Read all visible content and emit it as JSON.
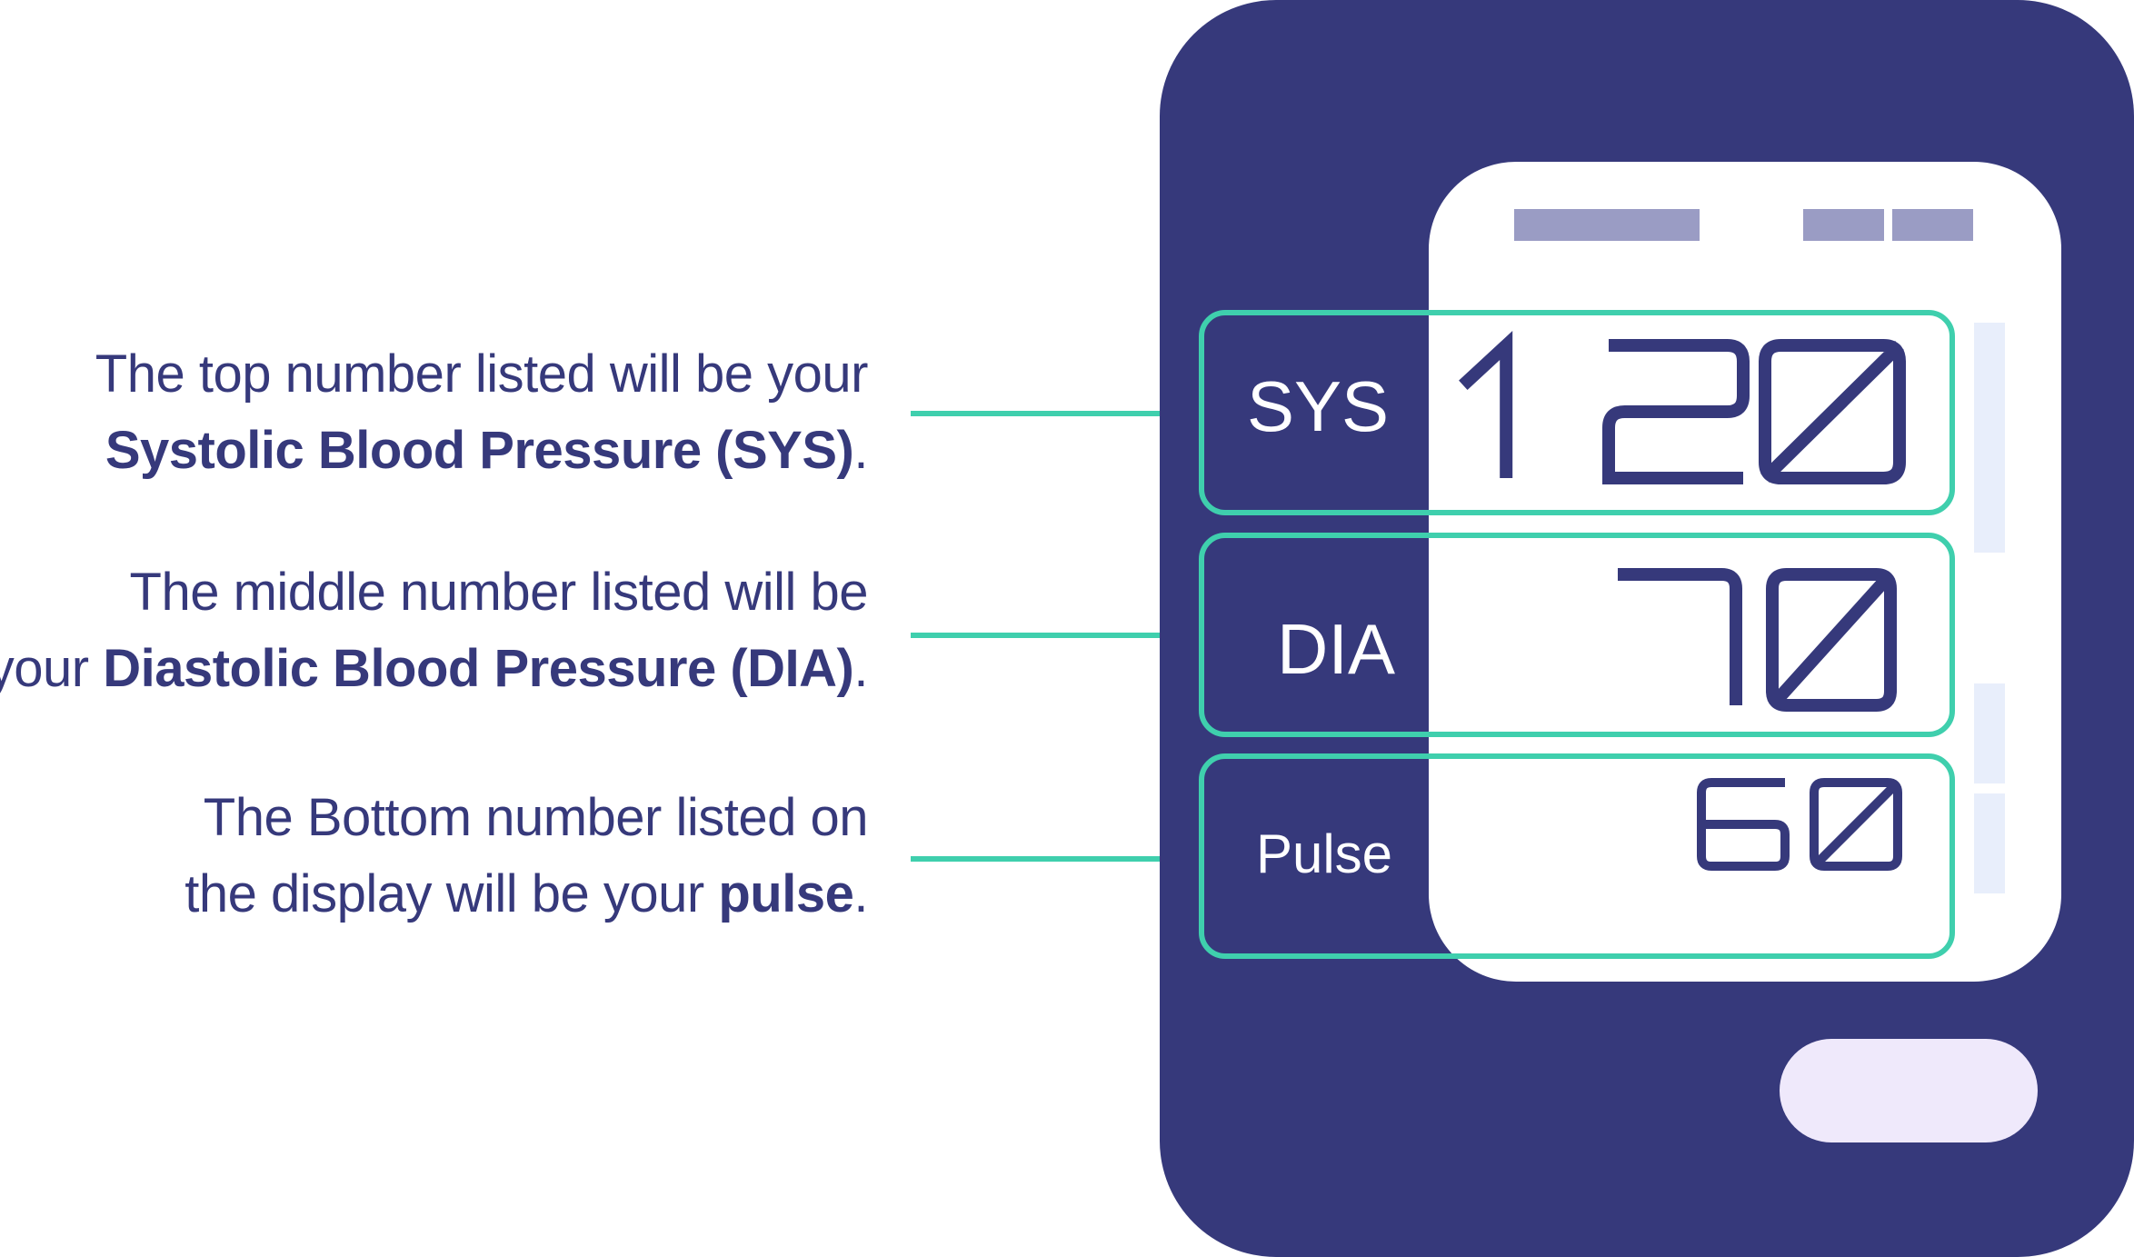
{
  "annotations": {
    "sys": {
      "line1": "The top number listed will be your",
      "line2_bold": "Systolic Blood Pressure (SYS)",
      "line2_tail": "."
    },
    "dia": {
      "line1": "The middle number listed will be",
      "line2_prefix": "your ",
      "line2_bold": "Diastolic Blood Pressure (DIA)",
      "line2_tail": "."
    },
    "pulse": {
      "line1": "The Bottom number listed on",
      "line2_prefix": "the display will be your ",
      "line2_bold": "pulse",
      "line2_tail": "."
    }
  },
  "monitor": {
    "rows": [
      {
        "label": "SYS",
        "value": "120"
      },
      {
        "label": "DIA",
        "value": "70"
      },
      {
        "label": "Pulse",
        "value": "60"
      }
    ]
  },
  "colors": {
    "device_body": "#36397b",
    "screen": "#ffffff",
    "highlight": "#3fcfad",
    "text": "#36397b",
    "status_bars": "#9a9cc4",
    "scale_strip": "#e8eefb",
    "button": "#efe9fb"
  }
}
